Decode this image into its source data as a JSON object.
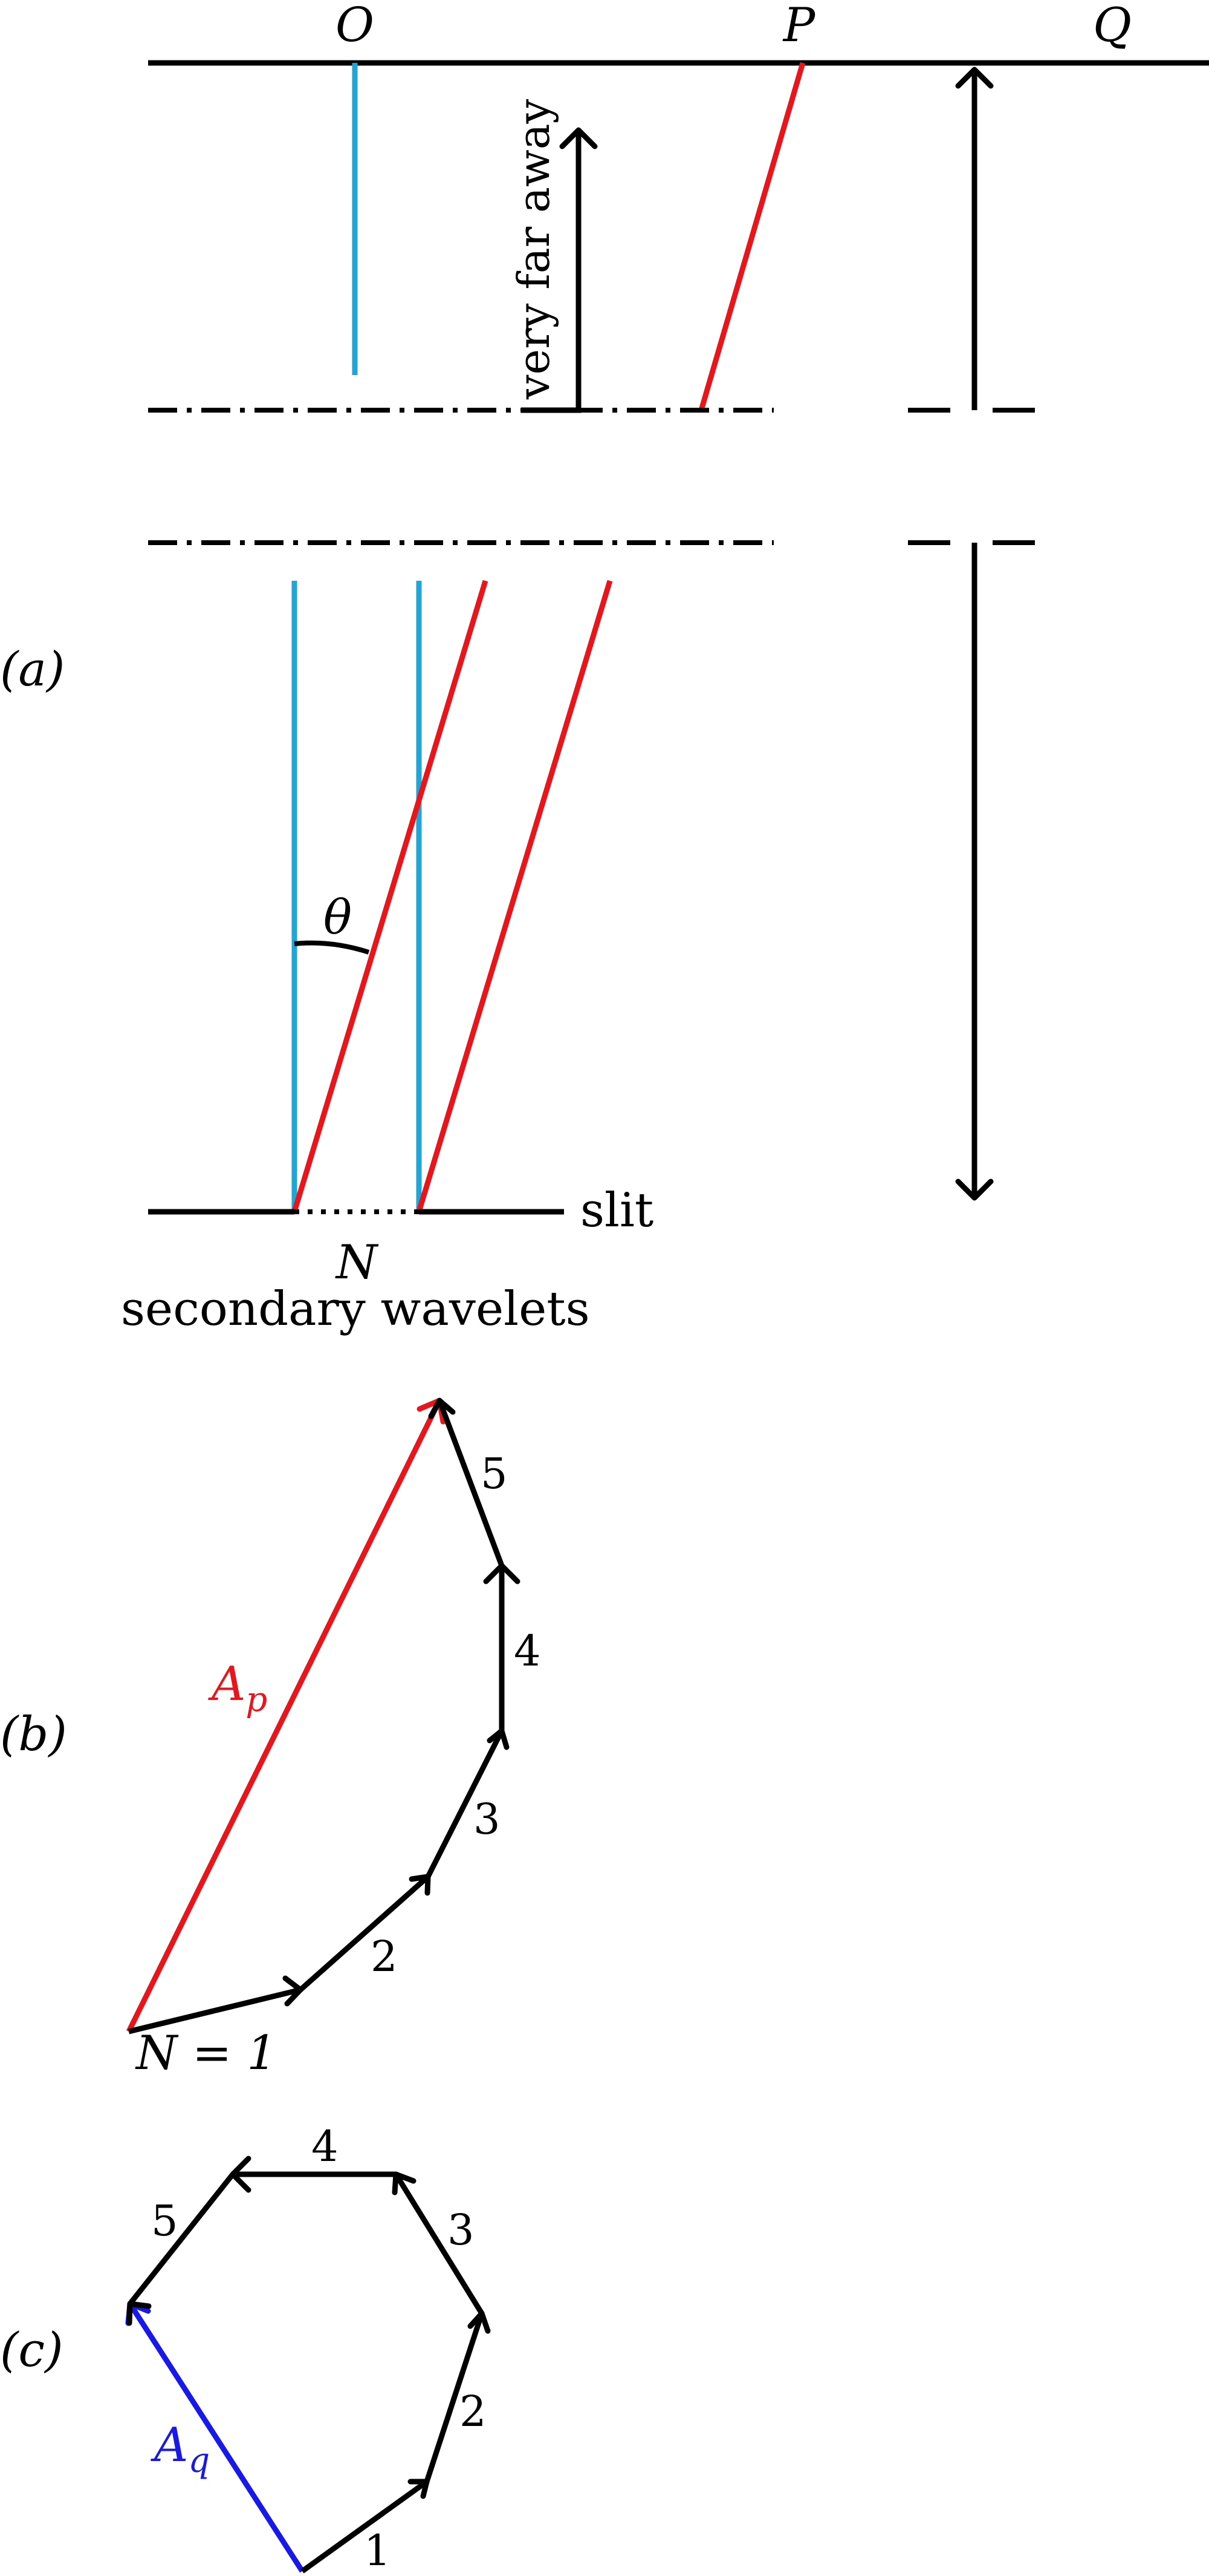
{
  "panel_a": {
    "tag": "(a)",
    "label_O": "O",
    "label_P": "P",
    "label_Q": "Q",
    "label_theta": "θ",
    "label_far": "very far away",
    "label_slit": "slit",
    "label_N": "N",
    "label_secondary": "secondary wavelets"
  },
  "panel_b": {
    "tag": "(b)",
    "label_A": "A",
    "label_A_sub": "p",
    "label_N1": "N = 1",
    "seg_2": "2",
    "seg_3": "3",
    "seg_4": "4",
    "seg_5": "5"
  },
  "panel_c": {
    "tag": "(c)",
    "label_A": "A",
    "label_A_sub": "q",
    "seg_1": "1",
    "seg_2": "2",
    "seg_3": "3",
    "seg_4": "4",
    "seg_5": "5"
  },
  "colors": {
    "blue_ray": "#1fa5d6",
    "red_ray": "#e8161b",
    "resultant_q": "#1818e8",
    "ink": "#000000"
  }
}
